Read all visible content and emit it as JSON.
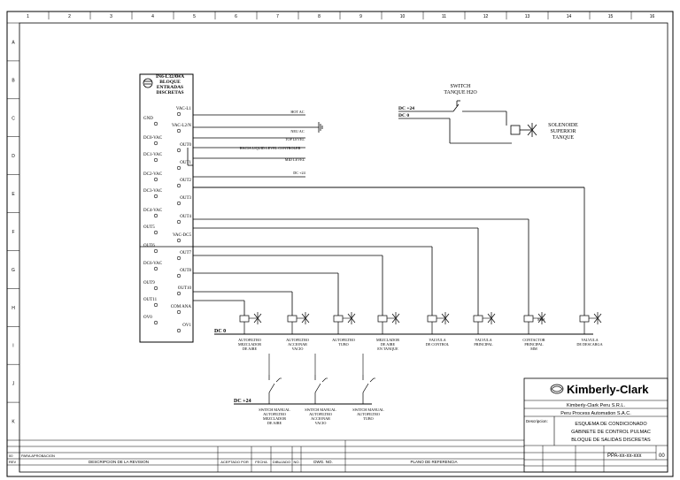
{
  "border": {
    "columns": [
      "1",
      "2",
      "3",
      "4",
      "5",
      "6",
      "7",
      "8",
      "9",
      "10",
      "11",
      "12",
      "13",
      "14",
      "15",
      "16"
    ],
    "rows": [
      "A",
      "B",
      "C",
      "D",
      "E",
      "F",
      "G",
      "H",
      "I",
      "J",
      "K"
    ]
  },
  "module": {
    "title_lines": [
      "IN6-L32AWA",
      "BLOQUE",
      "ENTRADAS",
      "DISCRETAS"
    ],
    "left_labels": [
      "GND",
      "DC0-VAC",
      "DC1-VAC",
      "DC2-VAC",
      "DC3-VAC",
      "DC4-VAC",
      "OUT5",
      "OUT6",
      "DC6-VAC",
      "OUT9",
      "OUT11",
      "OV0"
    ],
    "right_labels": [
      "VAC-L1",
      "VAC-L2/N",
      "OUT0",
      "OUT1",
      "OUT2",
      "OUT3",
      "OUT4",
      "VAC-DC5",
      "OUT7",
      "OUT8",
      "OUT10",
      "COM ANA",
      "OV1"
    ]
  },
  "wire_labels": [
    "HOT AC",
    "NEU AC",
    "TOP LEVEL",
    "HACIA LIQUID LEVEL CONTROLER",
    "MID LEVEL",
    "DC +24"
  ],
  "switch_tank": {
    "title_lines": [
      "SWITCH",
      "TANQUE H2O"
    ],
    "dc24": "DC +24",
    "dc0": "DC 0",
    "solenoid_lines": [
      "SOLENOIDE",
      "SUPERIOR",
      "TANQUE"
    ]
  },
  "dc0_bus": "DC 0",
  "dc24_bus": "DC +24",
  "mm_tag": "MM",
  "outputs": [
    {
      "lines": [
        "AUTOFILTRO",
        "MEZCLADOR",
        "DE AIRE"
      ]
    },
    {
      "lines": [
        "AUTOFILTRO",
        "ACCIONAR",
        "VACIO"
      ]
    },
    {
      "lines": [
        "AUTOFILTRO",
        "TUBO"
      ]
    },
    {
      "lines": [
        "MEZCLADOR",
        "DE AIRE",
        "EN TANQUE"
      ]
    },
    {
      "lines": [
        "VALVULA",
        "DE CONTROL"
      ]
    },
    {
      "lines": [
        "VALVULA",
        "PRINCIPAL"
      ]
    },
    {
      "lines": [
        "CONTACTOR",
        "PRINCIPAL",
        "MM"
      ]
    },
    {
      "lines": [
        "VALVULA",
        "DE DESCARGA"
      ]
    }
  ],
  "switches": [
    {
      "lines": [
        "SWITCH MANUAL",
        "AUTOFILTRO",
        "MEZCLADOR",
        "DE AIRE"
      ]
    },
    {
      "lines": [
        "SWITCH MANUAL",
        "AUTOFILTRO",
        "ACCIONAR",
        "VACIO"
      ]
    },
    {
      "lines": [
        "SWITCH MANUAL",
        "AUTOFILTRO",
        "TUBO"
      ]
    }
  ],
  "titleblock": {
    "brand": "Kimberly-Clark",
    "company": "Kimberly-Clark Peru S.R.L.",
    "contractor": "Peru Process Automation S.A.C.",
    "desc_label": "Descripcion:",
    "desc_lines": [
      "ESQUEMA DE CONDICIONADO",
      "GABINETE DE CONTROL PULMAC",
      "BLOQUE DE SALIDAS DISCRETAS"
    ],
    "doc_no": "PPA-xx-xx-xxx",
    "rev": "00"
  },
  "revision_block": {
    "row_r0": "00",
    "row_r0_text": "PARA APROBACION",
    "rev_header": "REV",
    "desc_header": "DESCRIPCION DE LA REVISION",
    "by_header": "ACEPTADO POR",
    "date_header": "FECHA",
    "drawn_header": "DIBUJADO",
    "no_header": "NO.",
    "dwg_header": "DWG. NO.",
    "ref_header": "PLANO DE REFERENCIA"
  }
}
